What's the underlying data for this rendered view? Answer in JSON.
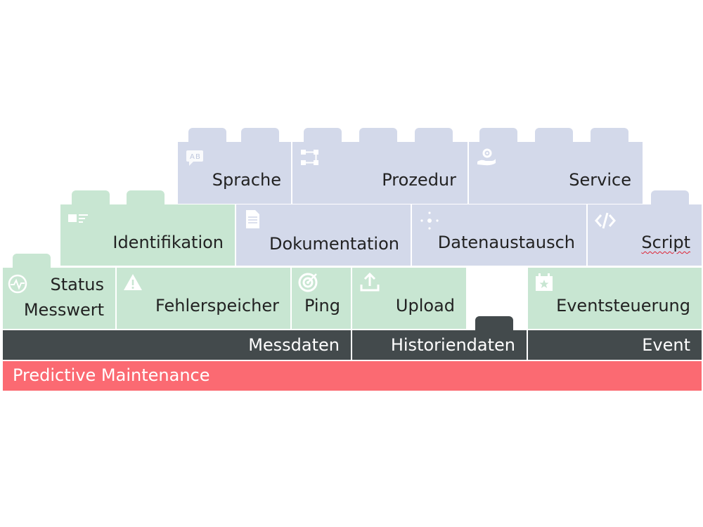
{
  "blocks": {
    "sprache": "Sprache",
    "prozedur": "Prozedur",
    "service": "Service",
    "identifikation": "Identifikation",
    "dokumentation": "Dokumentation",
    "datenaustausch": "Datenaustausch",
    "script": "Script",
    "status_line1": "Status",
    "status_line2": "Messwert",
    "fehlerspeicher": "Fehlerspeicher",
    "ping": "Ping",
    "upload": "Upload",
    "eventsteuerung": "Eventsteuerung"
  },
  "bands": {
    "messdaten": "Messdaten",
    "historiendaten": "Historiendaten",
    "event": "Event"
  },
  "footer": {
    "predictive_maintenance": "Predictive Maintenance"
  },
  "colors": {
    "green": "#c8e6d2",
    "blue": "#d3d9ea",
    "dark": "#434a4c",
    "red": "#fb6a72"
  },
  "icons": {
    "sprache": "translate-icon",
    "prozedur": "flowchart-icon",
    "service": "hand-gear-icon",
    "identifikation": "id-card-icon",
    "dokumentation": "document-icon",
    "datenaustausch": "network-icon",
    "script": "code-icon",
    "status": "pulse-icon",
    "fehlerspeicher": "warning-icon",
    "ping": "target-icon",
    "upload": "upload-icon",
    "eventsteuerung": "calendar-icon"
  }
}
